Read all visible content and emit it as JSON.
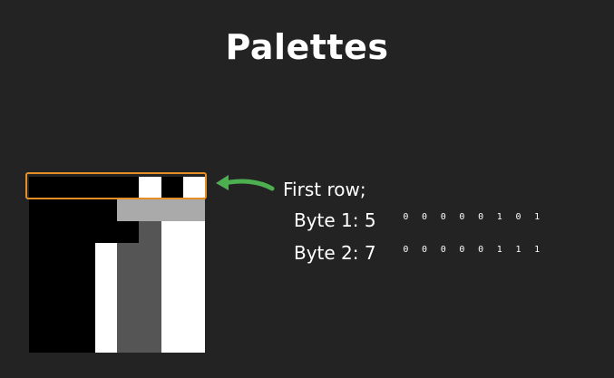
{
  "title": "Palettes",
  "colors": {
    "background": "#232323",
    "highlight": "#e58e26",
    "arrow": "#4caf50",
    "palette": [
      "#000000",
      "#aaaaaa",
      "#555555",
      "#ffffff"
    ]
  },
  "tile": {
    "rows": [
      [
        0,
        0,
        0,
        0,
        0,
        3,
        0,
        3
      ],
      [
        0,
        0,
        0,
        0,
        1,
        1,
        1,
        1
      ],
      [
        0,
        0,
        0,
        0,
        0,
        2,
        3,
        3
      ],
      [
        0,
        0,
        0,
        3,
        2,
        2,
        3,
        3
      ],
      [
        0,
        0,
        0,
        3,
        2,
        2,
        3,
        3
      ],
      [
        0,
        0,
        0,
        3,
        2,
        2,
        3,
        3
      ],
      [
        0,
        0,
        0,
        3,
        2,
        2,
        3,
        3
      ],
      [
        0,
        0,
        0,
        3,
        2,
        2,
        3,
        3
      ]
    ]
  },
  "annotation": {
    "first_row": "First row;",
    "byte1": {
      "label": "Byte 1: 5",
      "bits": [
        "0",
        "0",
        "0",
        "0",
        "0",
        "1",
        "0",
        "1"
      ]
    },
    "byte2": {
      "label": "Byte 2: 7",
      "bits": [
        "0",
        "0",
        "0",
        "0",
        "0",
        "1",
        "1",
        "1"
      ]
    }
  }
}
